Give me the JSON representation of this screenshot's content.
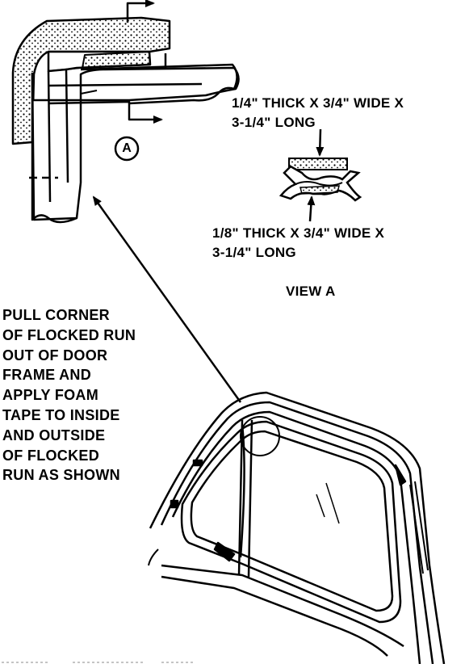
{
  "callout_letter": "A",
  "foam_top_label": [
    "1/4\" THICK X 3/4\" WIDE X",
    "3-1/4\" LONG"
  ],
  "foam_bottom_label": [
    "1/8\" THICK X 3/4\" WIDE X",
    "3-1/4\" LONG"
  ],
  "view_title": "VIEW A",
  "instruction": [
    "PULL CORNER",
    "OF FLOCKED RUN",
    "OUT OF DOOR",
    "FRAME AND",
    "APPLY FOAM",
    "TAPE TO INSIDE",
    "AND OUTSIDE",
    "OF FLOCKED",
    "RUN AS SHOWN"
  ]
}
